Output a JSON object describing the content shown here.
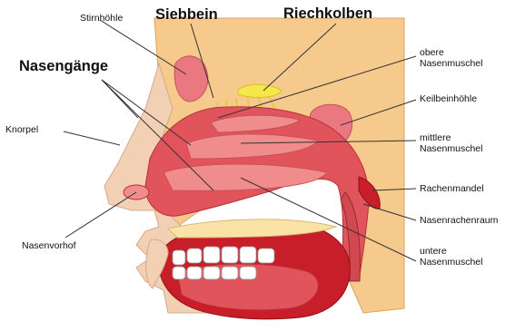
{
  "labels": {
    "stirnhoehle": "Stirnhöhle",
    "siebbein": "Siebbein",
    "riechkolben": "Riechkolben",
    "nasengaenge": "Nasengänge",
    "knorpel": "Knorpel",
    "nasenvorhof": "Nasenvorhof",
    "obere_1": "obere",
    "obere_2": "Nasenmuschel",
    "keilbeinhoehle": "Keilbeinhöhle",
    "mittlere_1": "mittlere",
    "mittlere_2": "Nasenmuschel",
    "rachenmandel": "Rachenmandel",
    "nasenrachenraum": "Nasenrachenraum",
    "untere_1": "untere",
    "untere_2": "Nasenmuschel"
  },
  "colors": {
    "bone": "#f6c98c",
    "bone_light": "#fbe3a8",
    "mucosa": "#e2545c",
    "mucosa_light": "#f08c8c",
    "cavity": "#c81e2a",
    "skin": "#f2d0b4",
    "yellow_bulb": "#f6e84a"
  }
}
